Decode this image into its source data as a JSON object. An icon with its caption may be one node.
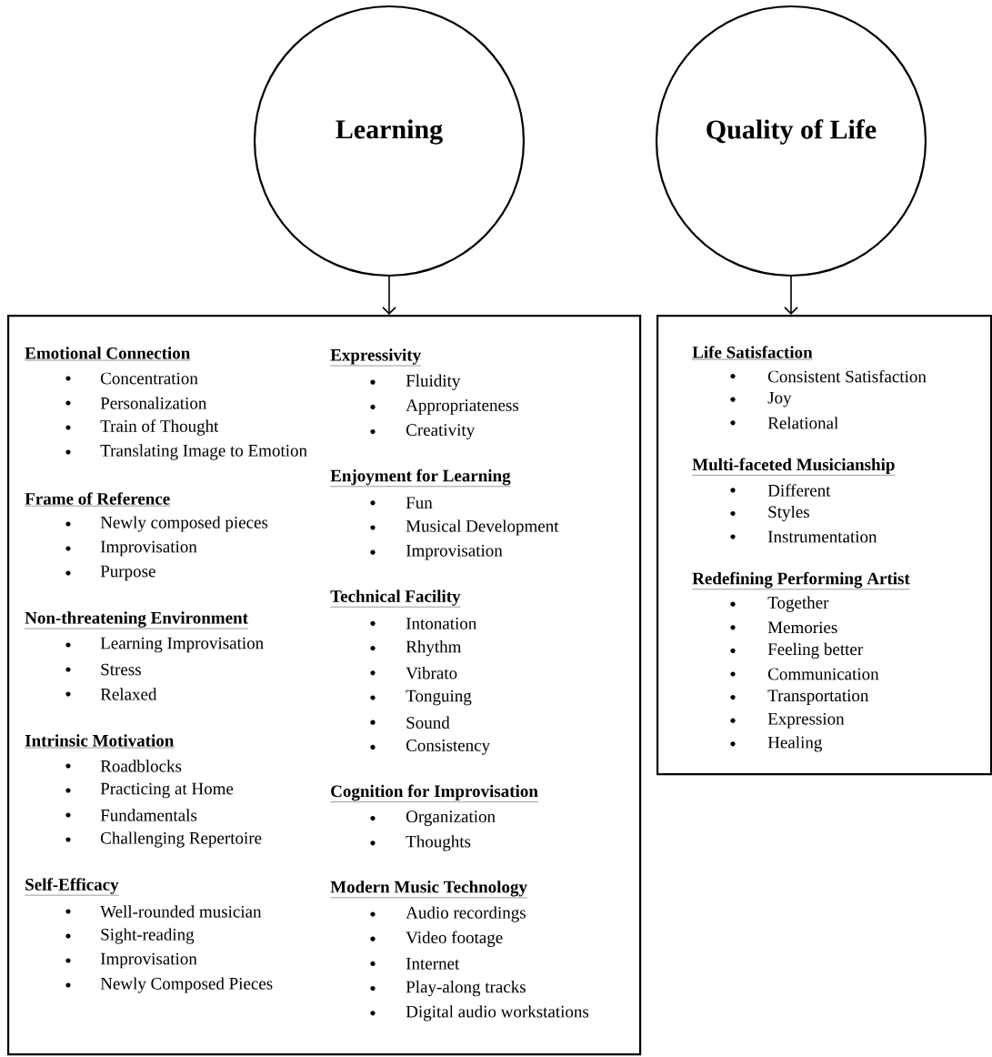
{
  "diagram": {
    "nodes": [
      {
        "text": [
          "Learning"
        ]
      },
      {
        "text": [
          "Quality of Life"
        ]
      },
      {
        "text": [
          "Emotional Connection",
          "Concentration",
          "Personalization",
          "Train of Thought",
          "Translating Image to Emotion",
          "Frame of Reference",
          "Newly composed pieces",
          "Improvisation",
          "Purpose",
          "Non-threatening Environment",
          "Learning Improvisation",
          "Stress",
          "Relaxed",
          "Intrinsic Motivation",
          "Roadblocks",
          "Practicing at Home",
          "Fundamentals",
          "Challenging Repertoire",
          "Self-Efficacy",
          "Well-rounded musician",
          "Sight-reading",
          "Improvisation",
          "Newly Composed Pieces",
          "Expressivity",
          "Fluidity",
          "Appropriateness",
          "Creativity",
          "Enjoyment for Learning",
          "Fun",
          "Musical Development",
          "Improvisation",
          "Technical Facility",
          "Intonation",
          "Rhythm",
          "Vibrato",
          "Tonguing",
          "Sound",
          "Consistency",
          "Cognition for Improvisation",
          "Organization",
          "Thoughts",
          "Modern Music Technology",
          "Audio recordings",
          "Video footage",
          "Internet",
          "Play-along tracks",
          "Digital audio workstations"
        ]
      },
      {
        "text": [
          "Life Satisfaction",
          "Consistent Satisfaction",
          "Joy",
          "Relational",
          "Multi-faceted Musicianship",
          "Different",
          "Styles",
          "Instrumentation",
          "Redefining Performing Artist",
          "Together",
          "Memories",
          "Feeling better",
          "Communication",
          "Transportation",
          "Expression",
          "Healing"
        ]
      }
    ],
    "edges": [
      {
        "from": 0,
        "to": 2,
        "arrow": "to"
      },
      {
        "from": 1,
        "to": 3,
        "arrow": "to"
      }
    ]
  }
}
